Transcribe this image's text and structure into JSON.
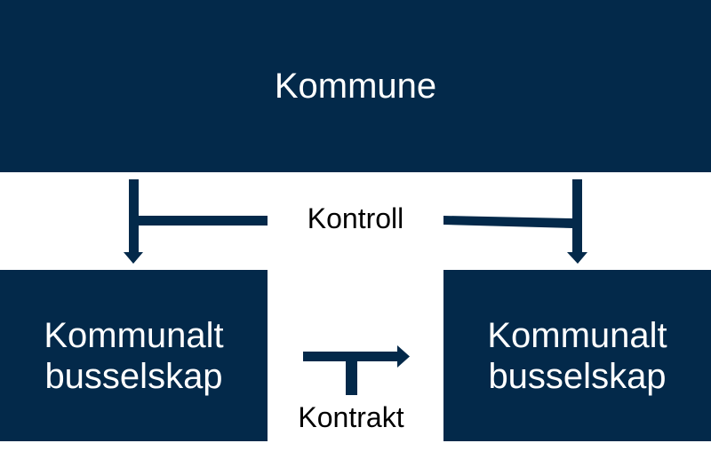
{
  "diagram": {
    "top_node": {
      "label": "Kommune"
    },
    "left_node": {
      "label": "Kommunalt\nbusselskap"
    },
    "right_node": {
      "label": "Kommunalt\nbusselskap"
    },
    "control_label": "Kontroll",
    "contract_label": "Kontrakt"
  },
  "colors": {
    "box_fill": "#03294a",
    "box_text": "#ffffff",
    "connector": "#03294a",
    "label_text": "#000000"
  }
}
